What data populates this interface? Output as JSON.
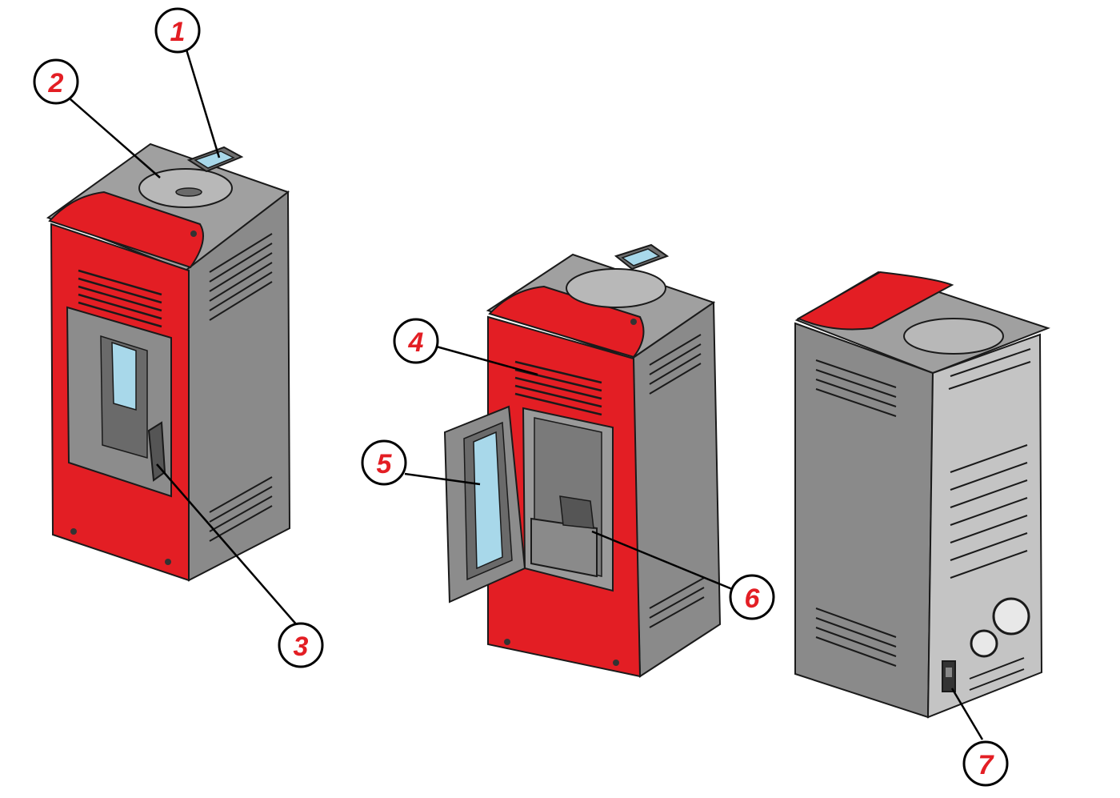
{
  "colors": {
    "accent_red": "#e31e24",
    "body_gray": "#8f8f8f",
    "side_gray": "#8a8a8a",
    "top_gray": "#a0a0a0",
    "back_panel": "#c4c4c4",
    "glass_blue": "#a8d8ea",
    "outline": "#1a1a1a",
    "callout_text": "#e31e24",
    "callout_fill": "#ffffff"
  },
  "callouts": [
    {
      "id": 1,
      "label": "1",
      "meaning": "control-panel"
    },
    {
      "id": 2,
      "label": "2",
      "meaning": "pellet-hopper-lid"
    },
    {
      "id": 3,
      "label": "3",
      "meaning": "door-handle"
    },
    {
      "id": 4,
      "label": "4",
      "meaning": "air-outlet-grille"
    },
    {
      "id": 5,
      "label": "5",
      "meaning": "door-glass"
    },
    {
      "id": 6,
      "label": "6",
      "meaning": "burn-pot"
    },
    {
      "id": 7,
      "label": "7",
      "meaning": "power-switch"
    }
  ],
  "views": [
    {
      "name": "front-view"
    },
    {
      "name": "door-open-view"
    },
    {
      "name": "rear-view"
    }
  ]
}
